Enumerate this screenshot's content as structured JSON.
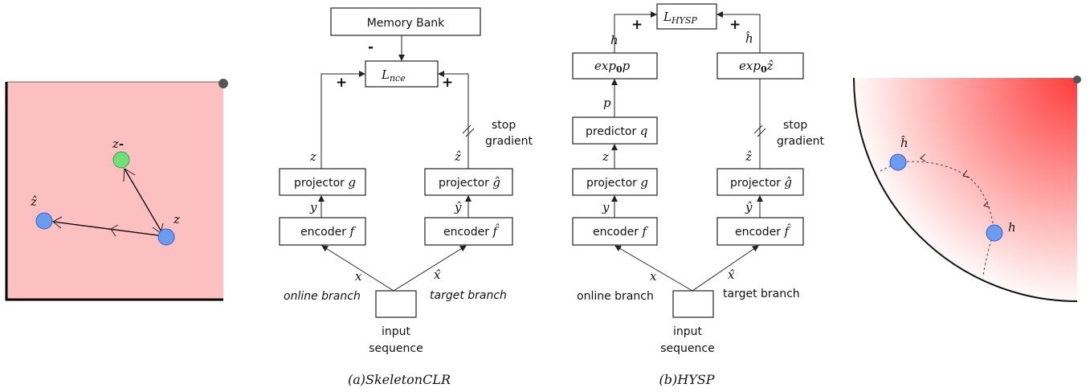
{
  "left_panel": {
    "labels": {
      "z_neg": "z",
      "z_neg_sub": "-",
      "z_hat": "ẑ",
      "z": "z"
    },
    "colors": {
      "background": "#fdc0c0",
      "positive": "#6b9cf0",
      "negative": "#6fe07a"
    }
  },
  "skeletonclr": {
    "memory_bank": "Memory Bank",
    "minus": "-",
    "loss": {
      "main": "L",
      "sub": "nce"
    },
    "plus": "+",
    "stop_gradient": [
      "stop",
      "gradient"
    ],
    "z": "z",
    "z_hat": "ẑ",
    "y": "y",
    "y_hat": "ŷ",
    "x": "x",
    "x_hat": "x̂",
    "projector": "projector",
    "projector_sym": "g",
    "projector_hat_sym": "ĝ",
    "encoder": "encoder",
    "encoder_sym": "f",
    "encoder_hat_sym": "f̂",
    "online_branch": "online branch",
    "target_branch": "target branch",
    "input": [
      "input",
      "sequence"
    ],
    "caption": "(a)SkeletonCLR"
  },
  "hysp": {
    "loss": {
      "main": "L",
      "sub": "HYSP"
    },
    "plus": "+",
    "h": "h",
    "h_hat": "ĥ",
    "exp_p": {
      "main": "exp",
      "sub": "0",
      "arg": "p"
    },
    "exp_z": {
      "main": "exp",
      "sub": "0",
      "arg": "ẑ"
    },
    "p": "p",
    "predictor": "predictor",
    "predictor_sym": "q",
    "stop_gradient": [
      "stop",
      "gradient"
    ],
    "z": "z",
    "z_hat": "ẑ",
    "y": "y",
    "y_hat": "ŷ",
    "x": "x",
    "x_hat": "x̂",
    "projector": "projector",
    "projector_sym": "g",
    "projector_hat_sym": "ĝ",
    "encoder": "encoder",
    "encoder_sym": "f",
    "encoder_hat_sym": "f̂",
    "online_branch": "online branch",
    "target_branch": "target branch",
    "input": [
      "input",
      "sequence"
    ],
    "caption": "(b)HYSP"
  },
  "right_panel": {
    "labels": {
      "h_hat": "ĥ",
      "h": "h"
    },
    "colors": {
      "gradient_start": "#ff3b3b",
      "point": "#6b9cf0"
    }
  }
}
